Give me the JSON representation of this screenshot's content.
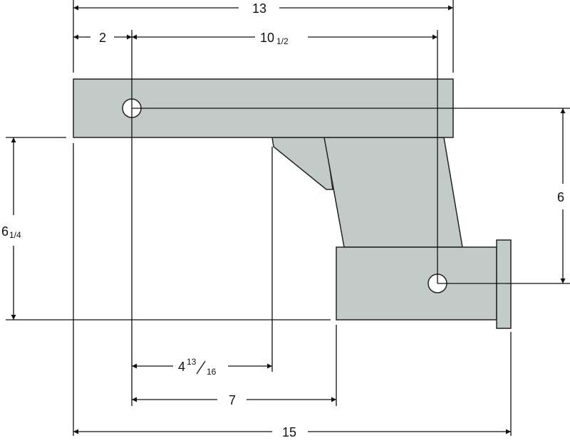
{
  "colors": {
    "part_fill": "#c2cbc7",
    "part_stroke": "#222222",
    "line": "#111111",
    "background": "#ffffff"
  },
  "dimensions": {
    "overall_top": "13",
    "left_offset": "2",
    "hole_span_whole": "10",
    "hole_span_fraction": "1/2",
    "rise_whole": "6",
    "rise_fraction": "1/4",
    "hole_drop": "6",
    "gusset_whole": "4",
    "gusset_numerator": "13",
    "gusset_denominator": "16",
    "receiver_offset": "7",
    "overall_bottom": "15"
  }
}
